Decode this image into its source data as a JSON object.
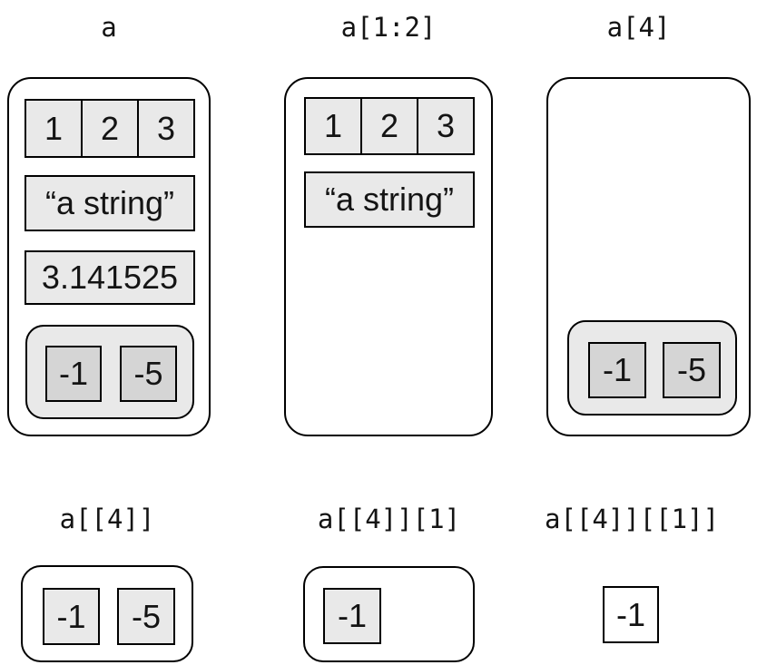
{
  "colors": {
    "background": "#ffffff",
    "border": "#000000",
    "cell_fill": "#e9e9e9",
    "sublist_fill": "#e9e9e9",
    "sublist_cell_fill": "#d5d5d5",
    "extracted_cell_fill": "#ffffff"
  },
  "panels": {
    "a": {
      "title": "a",
      "vector_cells": [
        "1",
        "2",
        "3"
      ],
      "string_value": "“a string”",
      "number_value": "3.141525",
      "sublist_cells": [
        "-1",
        "-5"
      ]
    },
    "a_slice": {
      "title": "a[1:2]",
      "vector_cells": [
        "1",
        "2",
        "3"
      ],
      "string_value": "“a string”"
    },
    "a_4": {
      "title": "a[4]",
      "sublist_cells": [
        "-1",
        "-5"
      ]
    },
    "a_44": {
      "title": "a[[4]]",
      "cells": [
        "-1",
        "-5"
      ]
    },
    "a_44_1": {
      "title": "a[[4]][1]",
      "cells": [
        "-1"
      ]
    },
    "a_44_11": {
      "title": "a[[4]][[1]]",
      "value": "-1"
    }
  }
}
